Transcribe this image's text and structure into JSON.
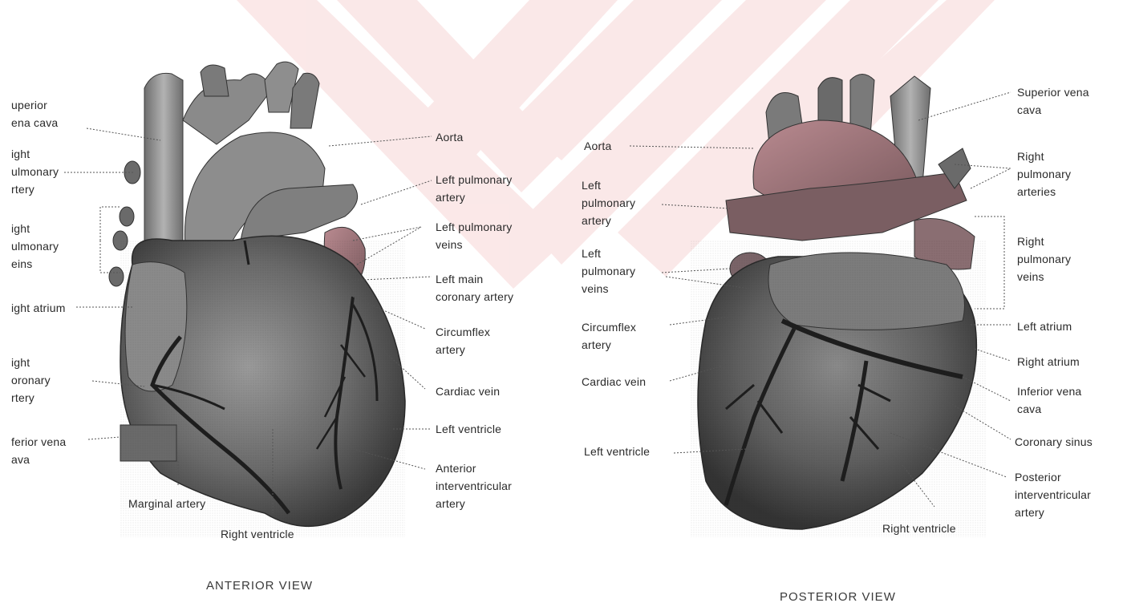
{
  "views": {
    "anterior": {
      "caption": "ANTERIOR VIEW",
      "labels": {
        "superior_vena_cava": "uperior\nena cava",
        "right_pulmonary_artery": "ight\nulmonary\nrtery",
        "right_pulmonary_veins": "ight\nulmonary\neins",
        "right_atrium": "ight atrium",
        "right_coronary_artery": "ight\noronary\nrtery",
        "inferior_vena_cava": "ferior vena\nava",
        "marginal_artery": "Marginal artery",
        "right_ventricle": "Right ventricle",
        "aorta": "Aorta",
        "left_pulmonary_artery": "Left pulmonary\nartery",
        "left_pulmonary_veins": "Left pulmonary\nveins",
        "left_main_coronary_artery": "Left main\ncoronary artery",
        "circumflex_artery": "Circumflex\nartery",
        "cardiac_vein": "Cardiac vein",
        "left_ventricle": "Left ventricle",
        "anterior_interventricular_artery": "Anterior\ninterventricular\nartery"
      }
    },
    "posterior": {
      "caption": "POSTERIOR VIEW",
      "labels": {
        "aorta": "Aorta",
        "left_pulmonary_artery": "Left\npulmonary\nartery",
        "left_pulmonary_veins": "Left\npulmonary\nveins",
        "circumflex_artery": "Circumflex\nartery",
        "cardiac_vein": "Cardiac vein",
        "left_ventricle": "Left ventricle",
        "superior_vena_cava": "Superior vena\ncava",
        "right_pulmonary_arteries": "Right\npulmonary\narteries",
        "right_pulmonary_veins": "Right\npulmonary\nveins",
        "left_atrium": "Left atrium",
        "right_atrium": "Right atrium",
        "inferior_vena_cava": "Inferior vena\ncava",
        "coronary_sinus": "Coronary sinus",
        "posterior_interventricular_artery": "Posterior\ninterventricular\nartery",
        "right_ventricle": "Right ventricle"
      }
    }
  },
  "colors": {
    "heart_dark": "#4a4a4a",
    "heart_mid": "#7d7d7d",
    "heart_light": "#b8b8b8",
    "vessel_dark": "#1e1e1e",
    "pink_tint": "#c88a92",
    "watermark": "#f7d6d6",
    "leader": "#555555"
  }
}
